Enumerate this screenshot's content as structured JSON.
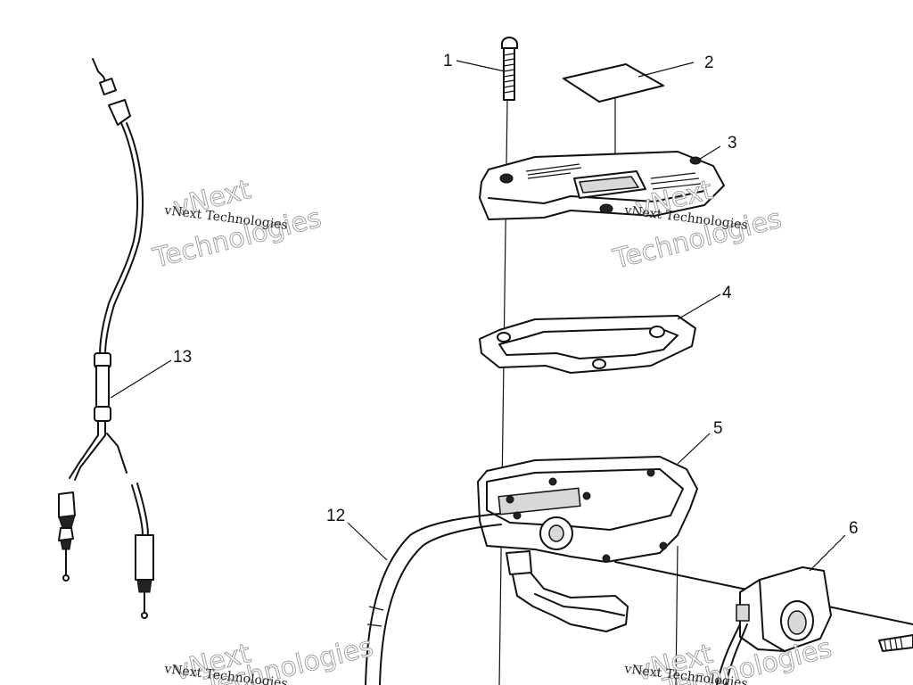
{
  "callouts": [
    {
      "id": "1",
      "label": "1"
    },
    {
      "id": "2",
      "label": "2"
    },
    {
      "id": "3",
      "label": "3"
    },
    {
      "id": "4",
      "label": "4"
    },
    {
      "id": "5",
      "label": "5"
    },
    {
      "id": "6",
      "label": "6"
    },
    {
      "id": "12",
      "label": "12"
    },
    {
      "id": "13",
      "label": "13"
    }
  ],
  "watermark": {
    "brand": "vNext",
    "company": "vNext Technologies",
    "word": "Technologies"
  }
}
